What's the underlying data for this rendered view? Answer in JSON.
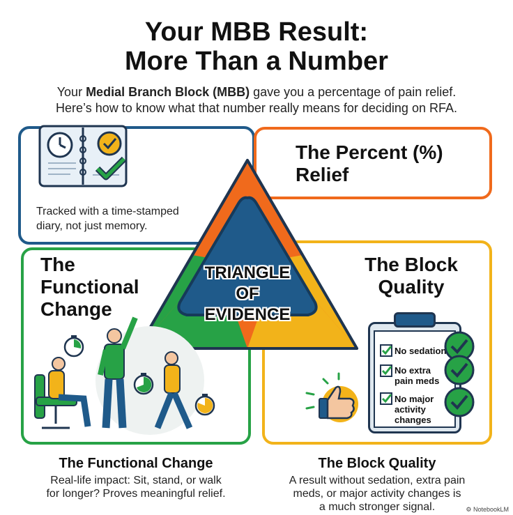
{
  "header": {
    "title_line1": "Your MBB Result:",
    "title_line2": "More Than a Number",
    "subtitle_pre": "Your ",
    "subtitle_bold": "Medial Branch Block (MBB)",
    "subtitle_post": " gave you a percentage of pain relief.",
    "subtitle_line2": "Here’s how to know what that number really means for deciding on RFA."
  },
  "diary_card": {
    "text_line1": "Tracked with a time-stamped",
    "text_line2": "diary, not just memory.",
    "icons": [
      "clock-icon",
      "checkmark-icon",
      "notebook-icon"
    ]
  },
  "percent_card": {
    "heading_line1": "The Percent (%)",
    "heading_line2": "Relief"
  },
  "triangle": {
    "label_line1": "TRIANGLE",
    "label_line2": "OF",
    "label_line3": "EVIDENCE",
    "colors": {
      "top": "#f06a1c",
      "left": "#27a246",
      "right": "#f2b31a",
      "center": "#1f5a8a"
    }
  },
  "functional_card": {
    "heading_line1": "The",
    "heading_line2": "Functional",
    "heading_line3": "Change"
  },
  "block_card": {
    "heading_line1": "The Block",
    "heading_line2": "Quality",
    "checklist": [
      {
        "line1": "No sedation",
        "line2": ""
      },
      {
        "line1": "No extra",
        "line2": "pain meds"
      },
      {
        "line1": "No major",
        "line2": "activity",
        "line3": "changes"
      }
    ]
  },
  "bottom_left": {
    "heading": "The Functional Change",
    "text_line1": "Real-life impact: Sit, stand, or walk",
    "text_line2": "for longer? Proves meaningful relief."
  },
  "bottom_right": {
    "heading": "The Block Quality",
    "text_line1": "A result without sedation, extra pain",
    "text_line2": "meds, or major activity changes is",
    "text_line3": "a much stronger signal."
  },
  "watermark": "NotebookLM",
  "colors": {
    "blue": "#1f5a8a",
    "orange": "#f06a1c",
    "green": "#27a246",
    "yellow": "#f2b31a"
  }
}
